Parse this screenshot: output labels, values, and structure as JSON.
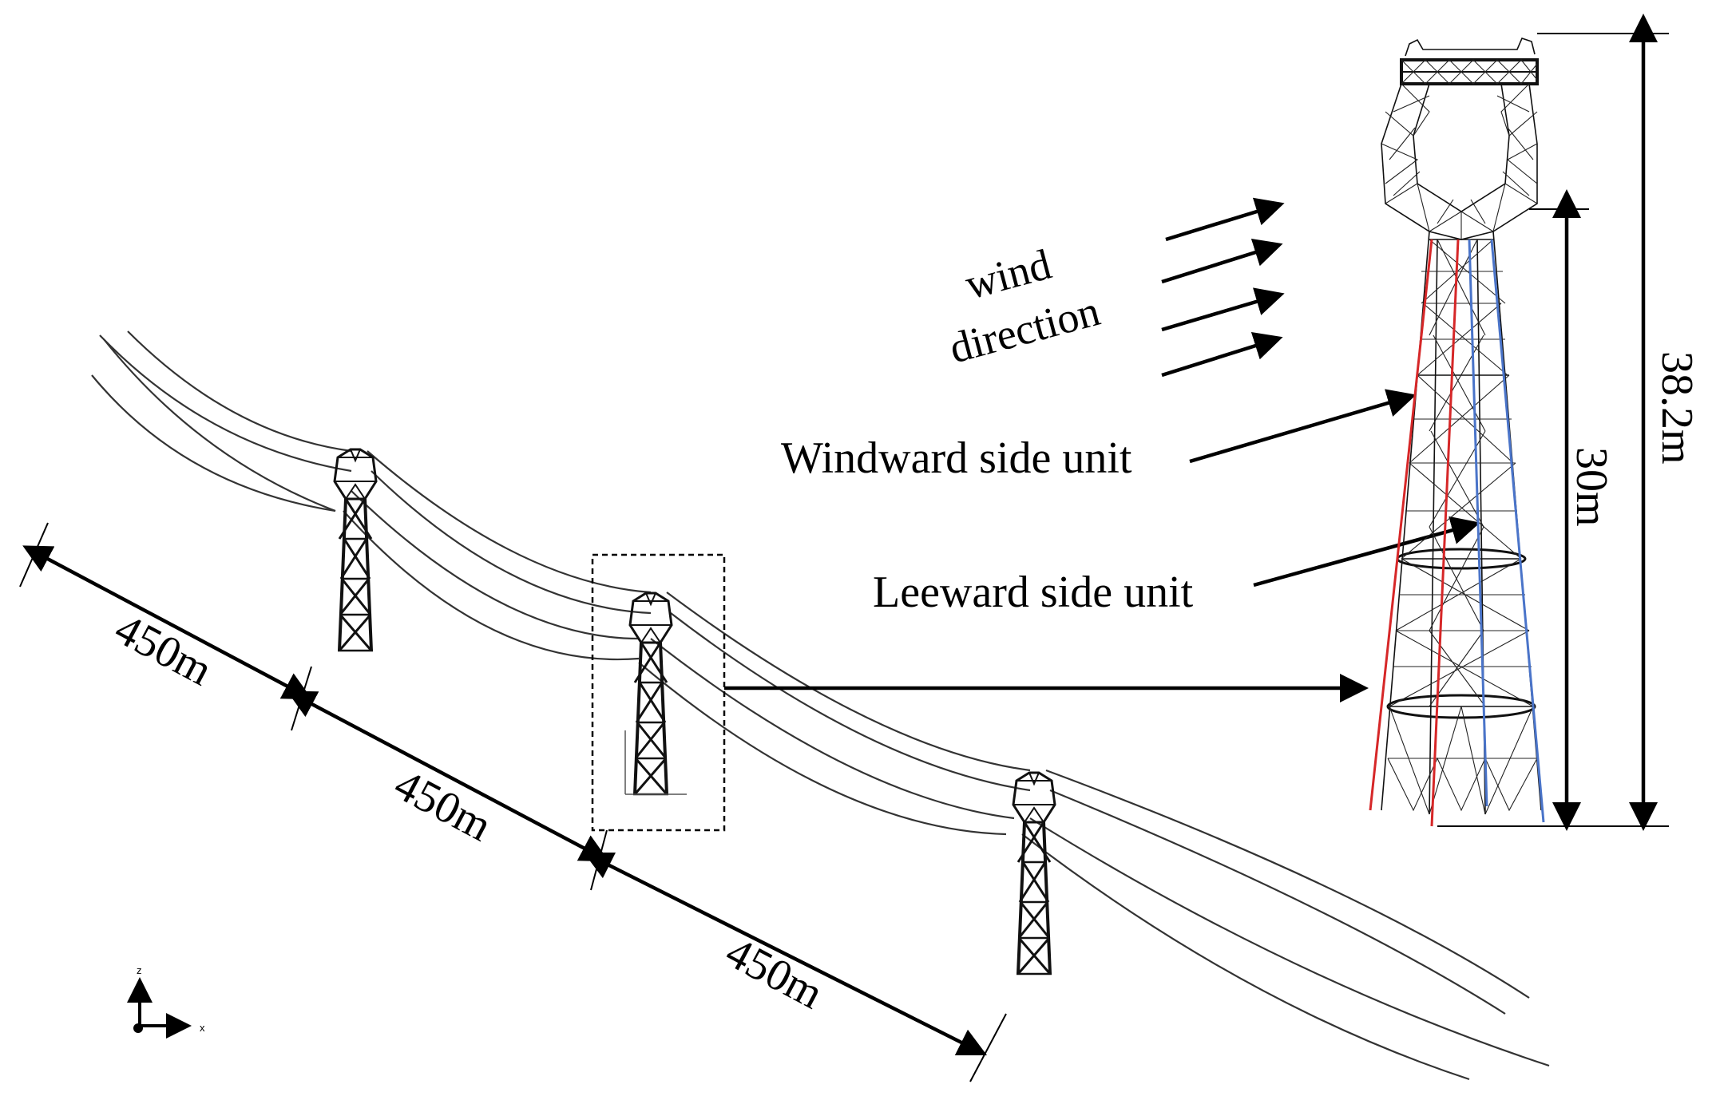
{
  "labels": {
    "wind_line1": "wind",
    "wind_line2": "direction",
    "windward": "Windward side unit",
    "leeward": "Leeward side unit",
    "height_total": "38.2m",
    "height_body": "30m",
    "span1": "450m",
    "span2": "450m",
    "span3": "450m",
    "axis_z": "z",
    "axis_x": "x"
  },
  "colors": {
    "windward_leg": "#d62728",
    "leeward_leg": "#4a74c9",
    "line": "#000000"
  }
}
